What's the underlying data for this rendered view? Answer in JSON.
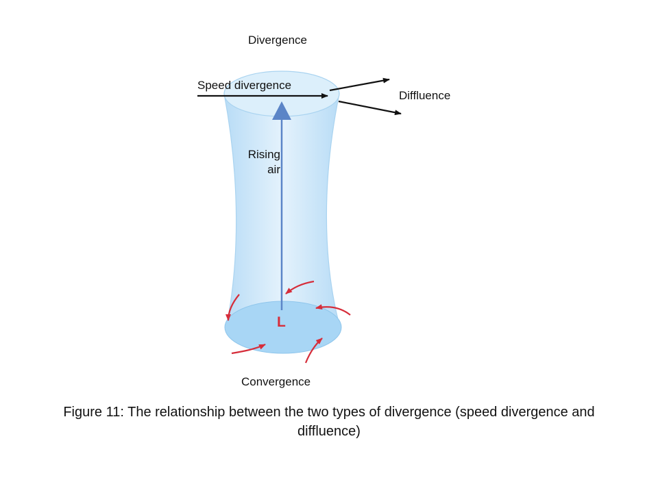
{
  "labels": {
    "divergence": "Divergence",
    "speed_divergence": "Speed divergence",
    "diffluence": "Diffluence",
    "rising_line1": "Rising",
    "rising_line2": "air",
    "low": "L",
    "convergence": "Convergence"
  },
  "caption": "Figure 11: The relationship between the two types of divergence (speed divergence and diffluence)",
  "colors": {
    "column_fill": "#cfe8fa",
    "column_edge": "#a9d3f0",
    "disk_fill": "#a8d6f5",
    "rising_arrow": "#5b85c7",
    "inflow_arrows": "#d62d3a",
    "flow_arrows": "#111111"
  }
}
